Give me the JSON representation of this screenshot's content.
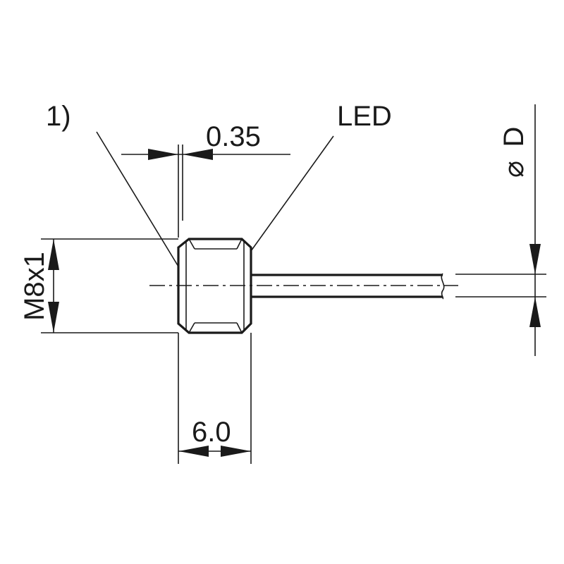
{
  "labels": {
    "note_marker": "1)",
    "led": "LED",
    "chamfer_dim": "0.35",
    "thread": "M8x1",
    "length_dim": "6.0",
    "diameter_symbol": "⌀",
    "diameter_letter": "D"
  },
  "colors": {
    "line": "#1a1a1a",
    "background": "#ffffff"
  }
}
